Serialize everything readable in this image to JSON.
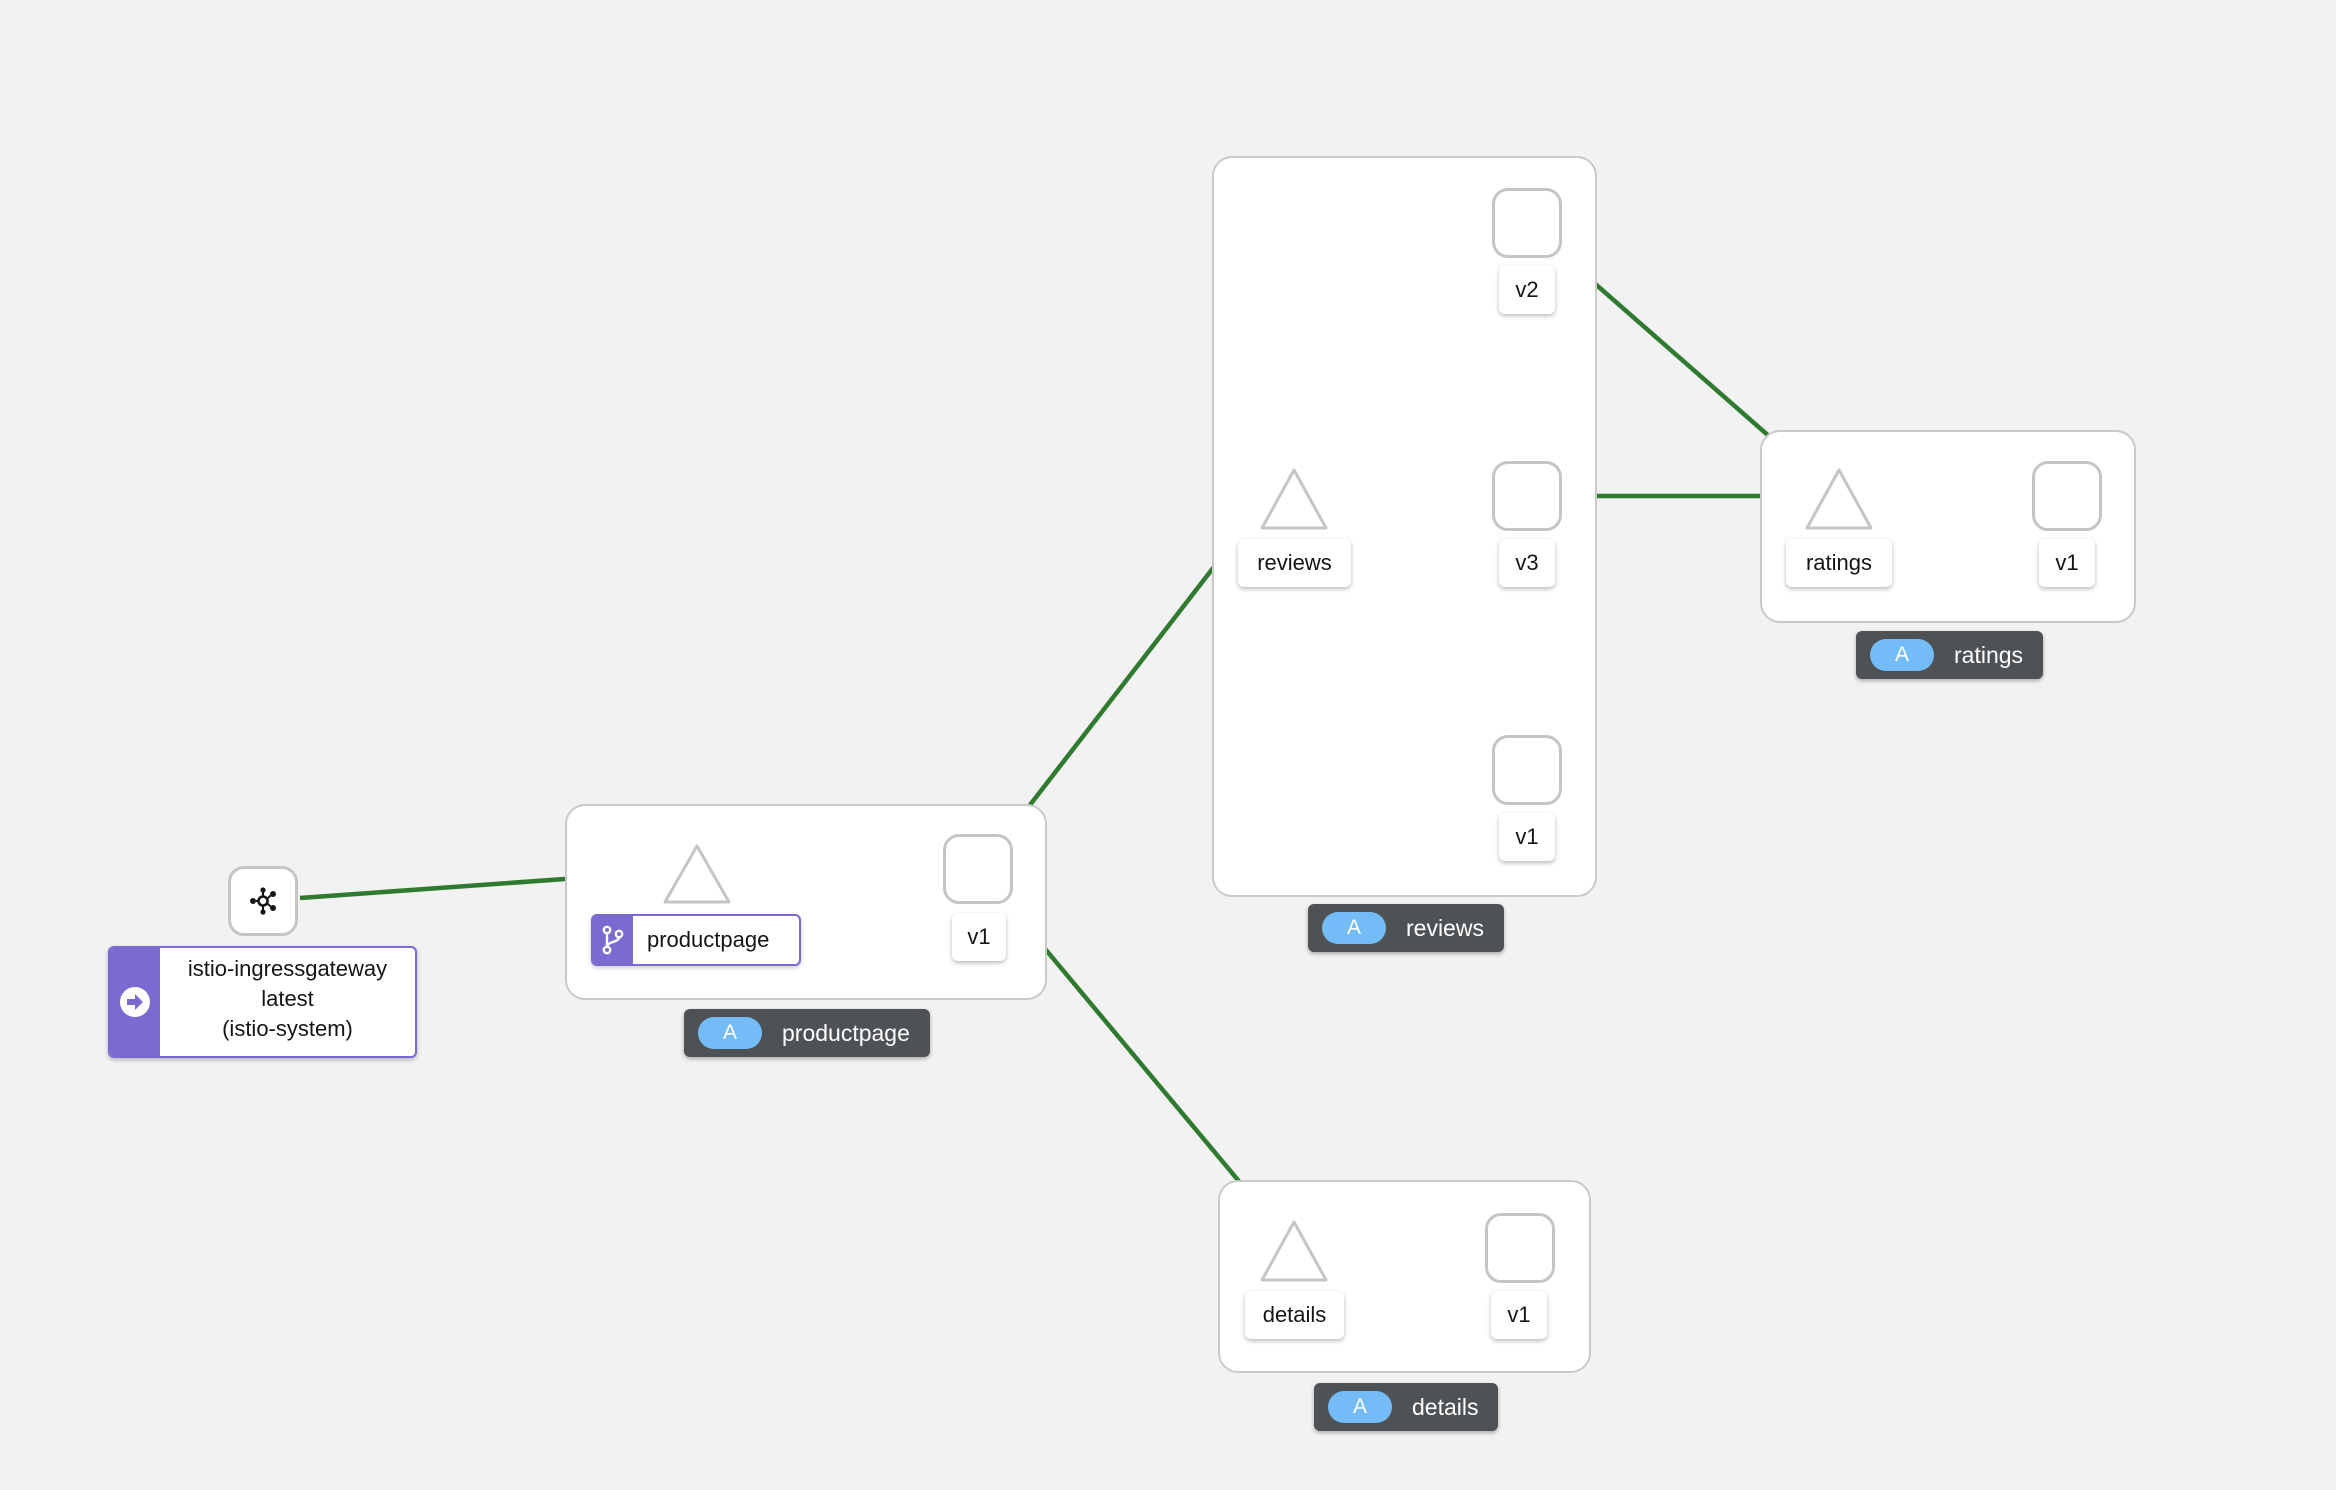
{
  "colors": {
    "edge": "#2f7a2f",
    "background": "#f2f2f2",
    "badge": "#4f5255",
    "app_pill": "#73bcf7",
    "virtual_service": "#7b6bd1"
  },
  "gateway": {
    "icon": "ingress-gateway-icon",
    "label_icon": "arrow-right-circle-icon",
    "lines": [
      "istio-ingressgateway",
      "latest",
      "(istio-system)"
    ]
  },
  "productpage": {
    "service_label": "productpage",
    "service_label_icon": "virtual-service-branch-icon",
    "version_label": "v1",
    "app_pill": "A",
    "app_name": "productpage"
  },
  "reviews": {
    "service_label": "reviews",
    "versions": [
      "v2",
      "v3",
      "v1"
    ],
    "app_pill": "A",
    "app_name": "reviews"
  },
  "ratings": {
    "service_label": "ratings",
    "version_label": "v1",
    "app_pill": "A",
    "app_name": "ratings"
  },
  "details": {
    "service_label": "details",
    "version_label": "v1",
    "app_pill": "A",
    "app_name": "details"
  },
  "edges": [
    {
      "from": "istio-ingressgateway",
      "to": "productpage"
    },
    {
      "from": "productpage",
      "to": "productpage-v1"
    },
    {
      "from": "productpage-v1",
      "to": "reviews"
    },
    {
      "from": "productpage-v1",
      "to": "details"
    },
    {
      "from": "reviews",
      "to": "reviews-v2"
    },
    {
      "from": "reviews",
      "to": "reviews-v3"
    },
    {
      "from": "reviews",
      "to": "reviews-v1"
    },
    {
      "from": "reviews-v2",
      "to": "ratings"
    },
    {
      "from": "reviews-v3",
      "to": "ratings"
    },
    {
      "from": "ratings",
      "to": "ratings-v1"
    },
    {
      "from": "details",
      "to": "details-v1"
    }
  ]
}
